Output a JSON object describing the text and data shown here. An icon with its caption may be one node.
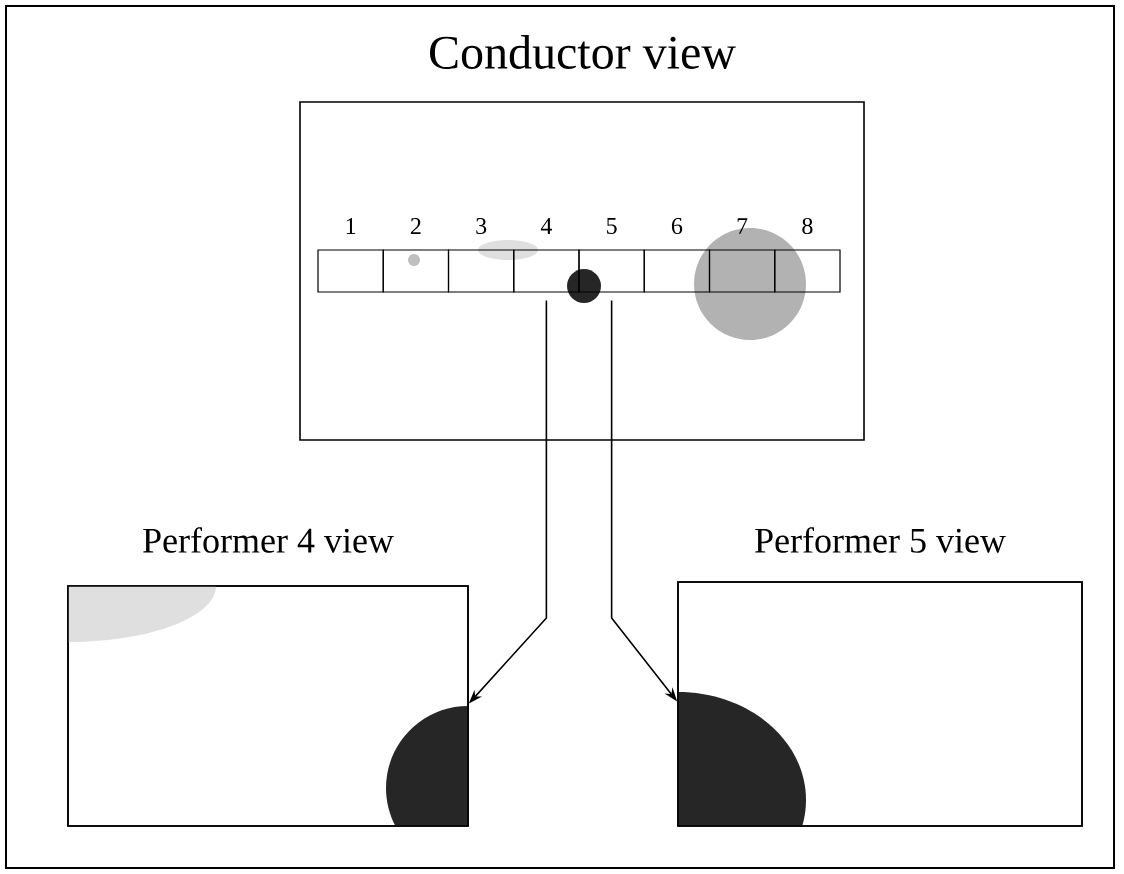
{
  "diagram": {
    "nodes": [
      {
        "text": [
          "Conductor view"
        ]
      },
      {
        "text": [
          "1"
        ],
        "in": 0
      },
      {
        "text": [
          "2"
        ],
        "in": 0
      },
      {
        "text": [
          "3"
        ],
        "in": 0
      },
      {
        "text": [
          "4"
        ],
        "in": 0
      },
      {
        "text": [
          "5"
        ],
        "in": 0
      },
      {
        "text": [
          "6"
        ],
        "in": 0
      },
      {
        "text": [
          "7"
        ],
        "in": 0
      },
      {
        "text": [
          "8"
        ],
        "in": 0
      },
      {
        "text": [
          "Performer 4 view"
        ]
      },
      {
        "text": [
          "Performer 5 view"
        ]
      }
    ],
    "edges": [
      {
        "from": 4,
        "to": 9,
        "arrow": "to"
      },
      {
        "from": 5,
        "to": 10,
        "arrow": "to"
      }
    ]
  }
}
